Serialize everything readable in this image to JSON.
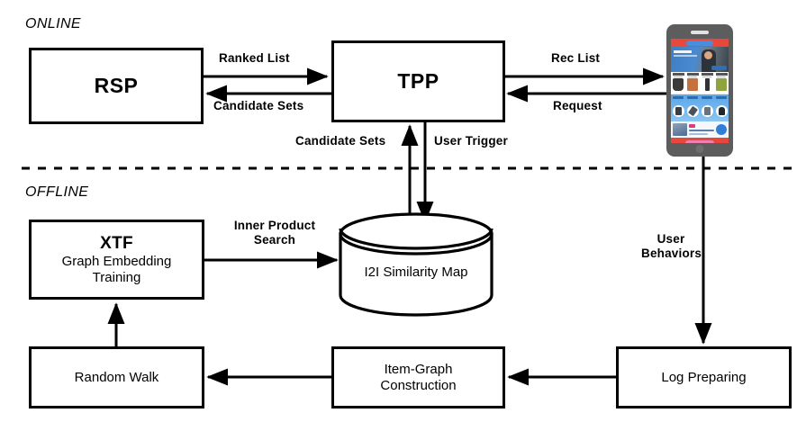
{
  "sections": {
    "online_label": "ONLINE",
    "offline_label": "OFFLINE"
  },
  "nodes": {
    "rsp": {
      "title": "RSP"
    },
    "tpp": {
      "title": "TPP"
    },
    "xtf": {
      "title": "XTF",
      "subtitle_line1": "Graph Embedding",
      "subtitle_line2": "Training"
    },
    "random_walk": {
      "title": "Random Walk"
    },
    "item_graph": {
      "line1": "Item-Graph",
      "line2": "Construction"
    },
    "log_preparing": {
      "title": "Log Preparing"
    },
    "i2i_map": {
      "title": "I2I Similarity Map"
    }
  },
  "edges": {
    "ranked_list": "Ranked List",
    "candidate_sets": "Candidate Sets",
    "rec_list": "Rec List",
    "request": "Request",
    "candidate_sets_vertical": "Candidate Sets",
    "user_trigger": "User Trigger",
    "inner_product_line1": "Inner Product",
    "inner_product_line2": "Search",
    "user_behaviors_line1": "User",
    "user_behaviors_line2": "Behaviors"
  },
  "phone": {
    "device_name": "mobile-phone-mockup",
    "screen_name": "e-commerce-app-screen"
  },
  "colors": {
    "stroke": "#000000",
    "background": "#ffffff",
    "phone_frame": "#5d5d5d",
    "banner_red": "#e8483c",
    "accent_blue": "#4a8ddc"
  }
}
